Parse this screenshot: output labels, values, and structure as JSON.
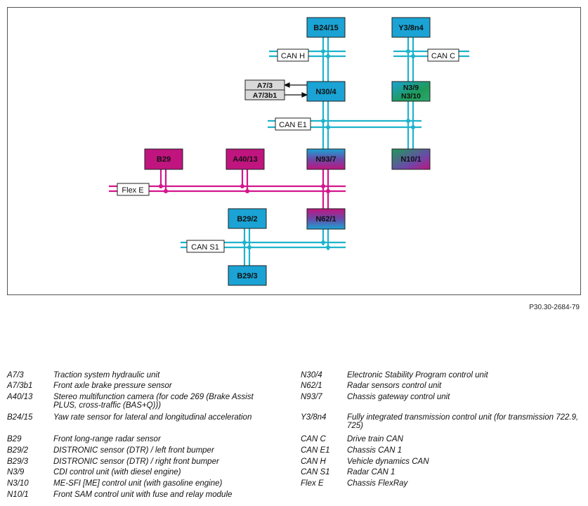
{
  "diagram": {
    "figure_id": "P30.30-2684-79",
    "colors": {
      "can_bus": "#1fb3cc",
      "flexray_bus": "#d4148c",
      "ecu_blue": "#1aa3d4",
      "ecu_magenta": "#c0147f",
      "ecu_green": "#1f9a5a",
      "ecu_gradient_purple": "#7a3fa0",
      "sensor_grey": "#d9d9d9"
    },
    "modules": {
      "b24_15": "B24/15",
      "y3_8n4": "Y3/8n4",
      "n30_4": "N30/4",
      "n3_9_n3_10": [
        "N3/9",
        "N3/10"
      ],
      "a7_3": "A7/3",
      "a7_3b1": "A7/3b1",
      "b29": "B29",
      "a40_13": "A40/13",
      "n93_7": "N93/7",
      "n10_1": "N10/1",
      "n62_1": "N62/1",
      "b29_2": "B29/2",
      "b29_3": "B29/3"
    },
    "buses": {
      "can_h": "CAN H",
      "can_c": "CAN C",
      "can_e1": "CAN E1",
      "flex_e": "Flex E",
      "can_s1": "CAN S1"
    }
  },
  "legend": {
    "left": [
      {
        "code": "A7/3",
        "desc": "Traction system hydraulic unit"
      },
      {
        "code": "A7/3b1",
        "desc": "Front axle brake pressure sensor"
      },
      {
        "code": "A40/13",
        "desc": "Stereo multifunction camera (for code 269 (Brake Assist PLUS, cross-traffic (BAS+Q)))"
      },
      {
        "code": "B24/15",
        "desc": "Yaw rate sensor for lateral and longitudinal acceleration"
      },
      {
        "code": "B29",
        "desc": "Front long-range radar sensor"
      },
      {
        "code": "B29/2",
        "desc": "DISTRONIC sensor (DTR) / left front bumper"
      },
      {
        "code": "B29/3",
        "desc": "DISTRONIC sensor (DTR) / right front bumper"
      },
      {
        "code": "N3/9",
        "desc": "CDI control unit (with diesel engine)"
      },
      {
        "code": "N3/10",
        "desc": "ME-SFI [ME] control unit (with gasoline engine)"
      },
      {
        "code": "N10/1",
        "desc": "Front SAM control unit with fuse and relay module"
      }
    ],
    "right": [
      {
        "code": "N30/4",
        "desc": "Electronic Stability Program control unit"
      },
      {
        "code": "N62/1",
        "desc": "Radar sensors control unit"
      },
      {
        "code": "N93/7",
        "desc": "Chassis gateway control unit"
      },
      {
        "code": "Y3/8n4",
        "desc": "Fully integrated transmission control unit (for transmission 722.9, 725)"
      },
      {
        "code": "CAN C",
        "desc": "Drive train CAN"
      },
      {
        "code": "CAN E1",
        "desc": "Chassis CAN 1"
      },
      {
        "code": "CAN H",
        "desc": "Vehicle dynamics CAN"
      },
      {
        "code": "CAN S1",
        "desc": "Radar CAN 1"
      },
      {
        "code": "Flex E",
        "desc": "Chassis FlexRay"
      }
    ]
  }
}
